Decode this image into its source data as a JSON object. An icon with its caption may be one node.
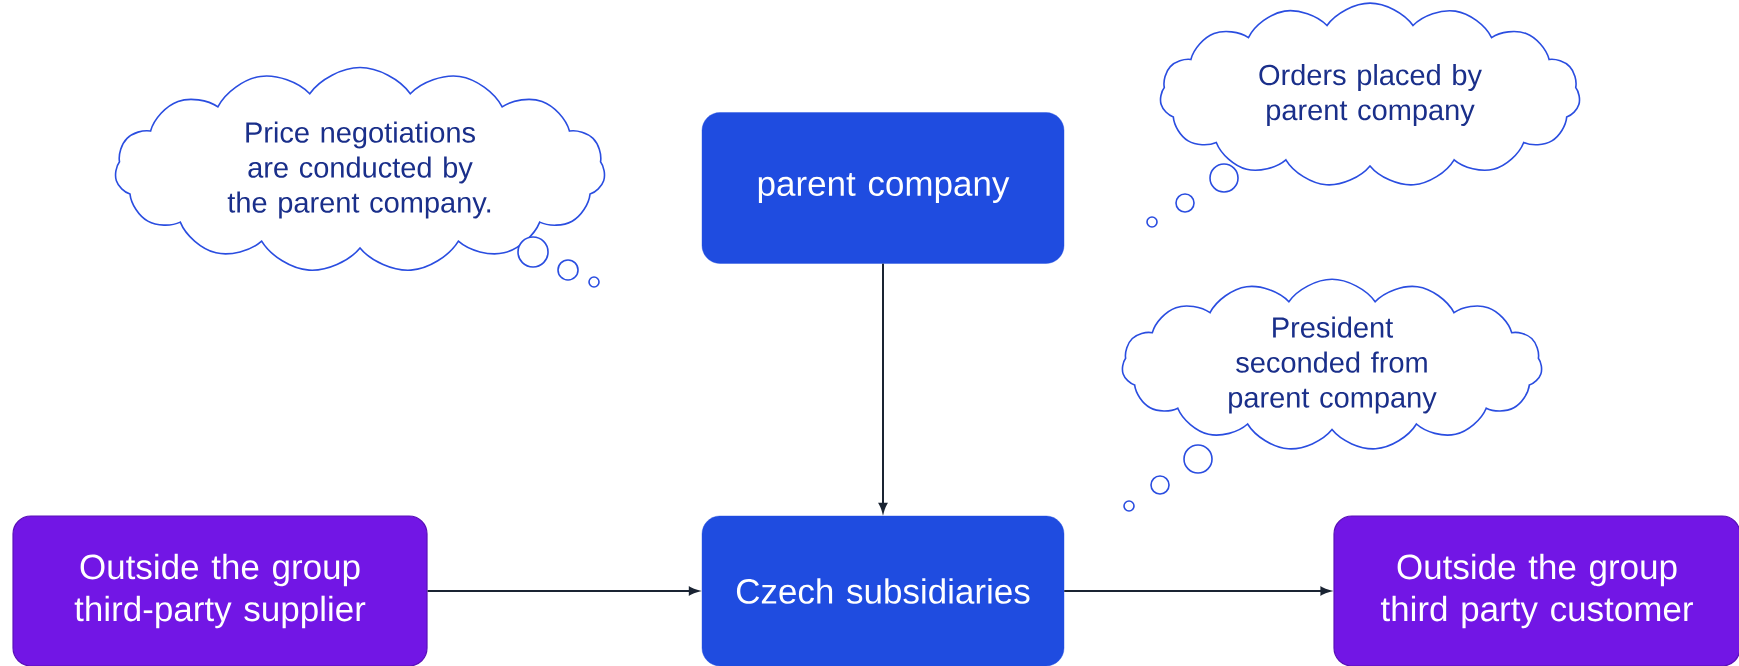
{
  "diagram": {
    "nodes": [
      {
        "text": [
          "Price negotiations are conducted by the parent company."
        ]
      },
      {
        "text": [
          "parent company"
        ]
      },
      {
        "text": [
          "Orders placed by parent company"
        ]
      },
      {
        "text": [
          "President seconded from parent company"
        ]
      },
      {
        "text": [
          "Outside the group third-party supplier"
        ]
      },
      {
        "text": [
          "Czech subsidiaries"
        ]
      },
      {
        "text": [
          "Outside the group third party customer"
        ]
      }
    ],
    "edges": [
      {
        "from": 1,
        "to": 5,
        "arrow": "to"
      },
      {
        "from": 4,
        "to": 5,
        "arrow": "to"
      },
      {
        "from": 5,
        "to": 6,
        "arrow": "to"
      }
    ]
  }
}
